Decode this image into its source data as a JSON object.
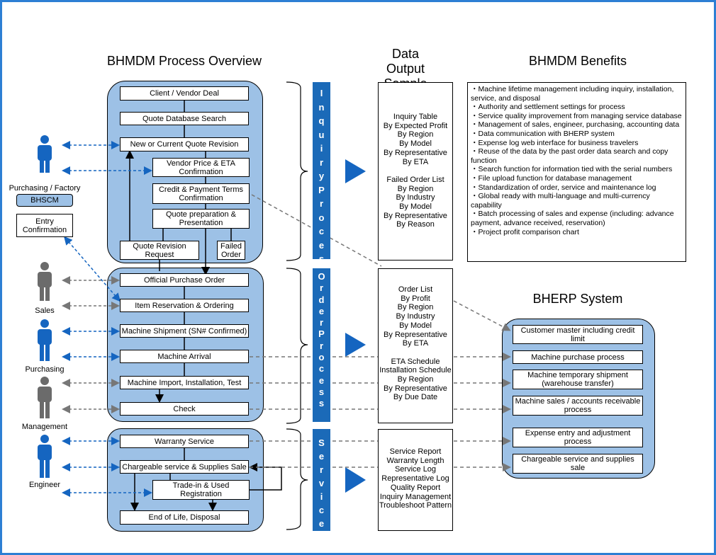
{
  "titles": {
    "process": "BHMDM Process Overview",
    "output": "Data Output Sample",
    "benefits": "BHMDM Benefits",
    "bherp": "BHERP System"
  },
  "inquiry_steps": [
    "Client / Vendor Deal",
    "Quote Database Search",
    "New or Current Quote Revision",
    "Vendor Price & ETA Confirmation",
    "Credit & Payment Terms Confirmation",
    "Quote preparation & Presentation",
    "Quote Revision Request",
    "Failed Order"
  ],
  "order_steps": [
    "Official Purchase Order",
    "Item Reservation & Ordering",
    "Machine Shipment (SN# Confirmed)",
    "Machine Arrival",
    "Machine Import, Installation, Test",
    "Check"
  ],
  "service_steps": [
    "Warranty Service",
    "Chargeable service & Supplies Sale",
    "Trade-in & Used Registration",
    "End of Life, Disposal"
  ],
  "phases": [
    "Inquiry Process",
    "Order Process",
    "Service"
  ],
  "people": [
    "Purchasing / Factory",
    "Sales",
    "Purchasing",
    "Management",
    "Engineer"
  ],
  "bhscm": "BHSCM",
  "entry_confirmation": "Entry Confirmation",
  "outputs": {
    "inquiry": [
      "Inquiry Table",
      "By Expected Profit",
      "By Region",
      "By Model",
      "By Representative",
      "By ETA",
      "",
      "Failed Order List",
      "By Region",
      "By Industry",
      "By Model",
      "By Representative",
      "By Reason"
    ],
    "order": [
      "Order List",
      "By Profit",
      "By Region",
      "By Industry",
      "By Model",
      "By Representative",
      "By ETA",
      "",
      "ETA Schedule",
      "Installation Schedule",
      "By Region",
      "By Representative",
      "By Due Date"
    ],
    "service": [
      "Service Report",
      "Warranty Length",
      "Service Log",
      "Representative Log",
      "Quality Report",
      "Inquiry Management",
      "Troubleshoot Pattern"
    ]
  },
  "benefits": [
    "・Machine lifetime management including inquiry, installation, service, and disposal",
    "・Authority and settlement settings for process",
    "・Service quality improvement from managing service database",
    "・Management of sales, engineer, purchasing, accounting data",
    "・Data communication with BHERP system",
    "・Expense log web interface for business travelers",
    "・Reuse of the data by the past order data search and copy function",
    "・Search function for information tied with the serial numbers",
    "・File upload function for database management",
    "・Standardization of order, service and maintenance log",
    "・Global ready with multi-language and multi-currency capability",
    "・Batch processing of sales and expense (including: advance payment, advance received, reservation)",
    "・Project profit comparison chart"
  ],
  "bherp_items": [
    "Customer master including credit limit",
    "Machine purchase process",
    "Machine temporary shipment (warehouse transfer)",
    "Machine sales / accounts receivable process",
    "Expense entry and adjustment process",
    "Chargeable service and supplies sale"
  ],
  "colors": {
    "accent": "#1b6ab8",
    "panel": "#9dc1e6",
    "frame": "#2d7fd4",
    "person_blue": "#1565c0",
    "person_gray": "#6b6b6b",
    "dash_blue": "#1565c0",
    "dash_gray": "#777777"
  }
}
